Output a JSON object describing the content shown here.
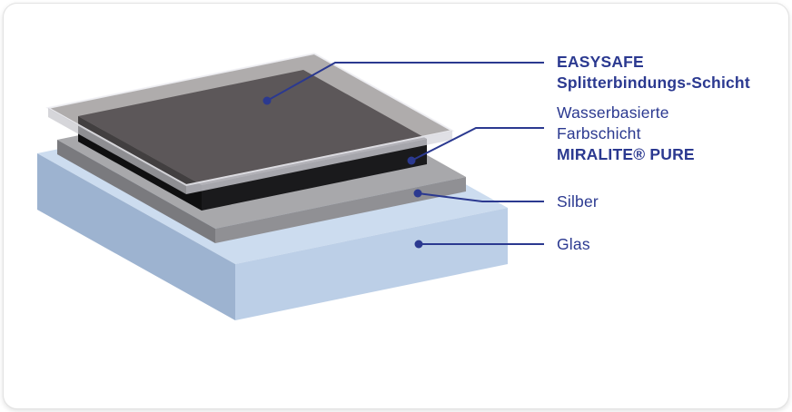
{
  "labels": {
    "easysafe": {
      "line1": "EASYSAFE",
      "line2": "Splitterbindungs-Schicht"
    },
    "farbschicht": {
      "line1": "Wasserbasierte",
      "line2": "Farbschicht",
      "line3": "MIRALITE® PURE"
    },
    "silber": {
      "text": "Silber"
    },
    "glas": {
      "text": "Glas"
    }
  },
  "layers": [
    {
      "id": "easysafe-film",
      "label": "EASYSAFE Splitterbindungs-Schicht"
    },
    {
      "id": "paint-coat",
      "label": "Wasserbasierte Farbschicht MIRALITE PURE"
    },
    {
      "id": "silver-coat",
      "label": "Silber"
    },
    {
      "id": "glass-substrate",
      "label": "Glas"
    }
  ],
  "colors": {
    "navy": "#2b3990",
    "glass_top": "#ccdcef",
    "glass_left": "#9db3d0",
    "glass_front": "#bccfe7",
    "silver_top": "#a8a8ab",
    "silver_left": "#7a7a7e",
    "silver_front": "#909094",
    "dark_top": "#474347",
    "dark_left": "#0f0f10",
    "dark_front": "#1a1a1c",
    "sheet_top": "rgba(110,104,104,0.55)",
    "sheet_left": "rgba(196,196,202,0.70)",
    "sheet_front": "rgba(214,214,220,0.75)"
  }
}
